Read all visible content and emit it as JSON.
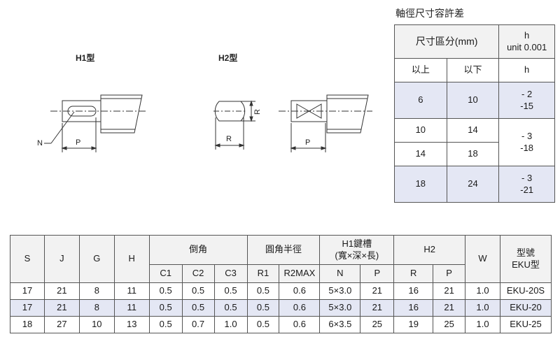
{
  "figures": {
    "h1": {
      "title": "H1型",
      "label_n": "N",
      "label_p": "P"
    },
    "h2": {
      "title": "H2型",
      "label_r_vert": "R",
      "label_r": "R",
      "label_p": "P"
    }
  },
  "tolerance": {
    "title": "軸徑尺寸容許差",
    "header_range": "尺寸區分(mm)",
    "header_h": "h",
    "header_unit": "unit 0.001",
    "col_over": "以上",
    "col_under": "以下",
    "col_h": "h",
    "rows": [
      {
        "over": "6",
        "under": "10",
        "upper": "- 2",
        "lower": "-15"
      },
      {
        "over": "10",
        "under": "14",
        "upper": "- 3",
        "lower": "-18"
      },
      {
        "over": "14",
        "under": "18"
      },
      {
        "over": "18",
        "under": "24",
        "upper": "- 3",
        "lower": "-21"
      }
    ]
  },
  "specs": {
    "headers": {
      "s": "S",
      "j": "J",
      "g": "G",
      "h": "H",
      "chamfer": "倒角",
      "fillet": "圓角半徑",
      "h1": "H1鍵槽",
      "h1_sub": "(寬×深×長)",
      "h2": "H2",
      "w": "W",
      "model": "型號",
      "model_sub": "EKU型",
      "c1": "C1",
      "c2": "C2",
      "c3": "C3",
      "r1": "R1",
      "r2max": "R2MAX",
      "n": "N",
      "p": "P",
      "r": "R",
      "p2": "P"
    },
    "rows": [
      {
        "s": "17",
        "j": "21",
        "g": "8",
        "h": "11",
        "c1": "0.5",
        "c2": "0.5",
        "c3": "0.5",
        "r1": "0.5",
        "r2max": "0.6",
        "n": "5×3.0",
        "p": "21",
        "r": "16",
        "p2": "21",
        "w": "1.0",
        "model": "EKU-20S"
      },
      {
        "s": "17",
        "j": "21",
        "g": "8",
        "h": "11",
        "c1": "0.5",
        "c2": "0.5",
        "c3": "0.5",
        "r1": "0.5",
        "r2max": "0.6",
        "n": "5×3.0",
        "p": "21",
        "r": "16",
        "p2": "21",
        "w": "1.0",
        "model": "EKU-20"
      },
      {
        "s": "18",
        "j": "27",
        "g": "10",
        "h": "13",
        "c1": "0.5",
        "c2": "0.7",
        "c3": "1.0",
        "r1": "0.5",
        "r2max": "0.6",
        "n": "6×3.5",
        "p": "25",
        "r": "19",
        "p2": "25",
        "w": "1.0",
        "model": "EKU-25"
      }
    ]
  }
}
